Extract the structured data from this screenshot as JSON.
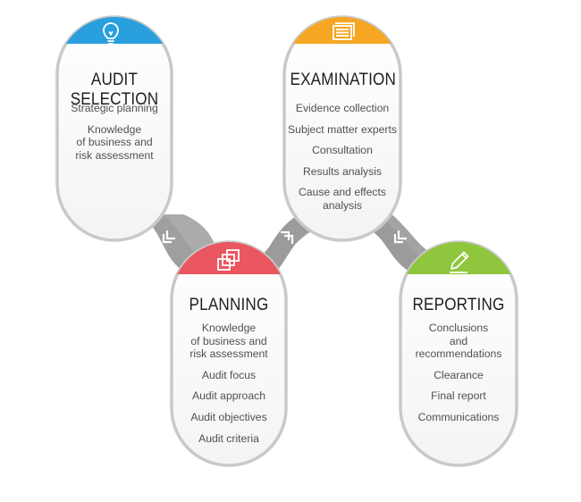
{
  "colors": {
    "blue": "#2a9fde",
    "orange": "#f5a623",
    "red": "#ea5760",
    "green": "#8fc63e",
    "connector": "#a8a8a8",
    "pill_border": "#c9c9c9",
    "arrow_mark": "#ffffff"
  },
  "stages": {
    "audit_selection": {
      "title": "AUDIT SELECTION",
      "icon": "lightbulb-icon",
      "items": [
        [
          "Strategic planning"
        ],
        [
          "Knowledge",
          "of business and",
          "risk assessment"
        ]
      ]
    },
    "examination": {
      "title": "EXAMINATION",
      "icon": "document-stack-icon",
      "items": [
        [
          "Evidence collection"
        ],
        [
          "Subject matter experts"
        ],
        [
          "Consultation"
        ],
        [
          "Results analysis"
        ],
        [
          "Cause and effects",
          "analysis"
        ]
      ]
    },
    "planning": {
      "title": "PLANNING",
      "icon": "copy-layers-icon",
      "items": [
        [
          "Knowledge",
          "of business and",
          "risk assessment"
        ],
        [
          "Audit focus"
        ],
        [
          "Audit approach"
        ],
        [
          "Audit objectives"
        ],
        [
          "Audit criteria"
        ]
      ]
    },
    "reporting": {
      "title": "REPORTING",
      "icon": "pencil-edit-icon",
      "items": [
        [
          "Conclusions",
          "and",
          "recommendations"
        ],
        [
          "Clearance"
        ],
        [
          "Final report"
        ],
        [
          "Communications"
        ]
      ]
    }
  }
}
